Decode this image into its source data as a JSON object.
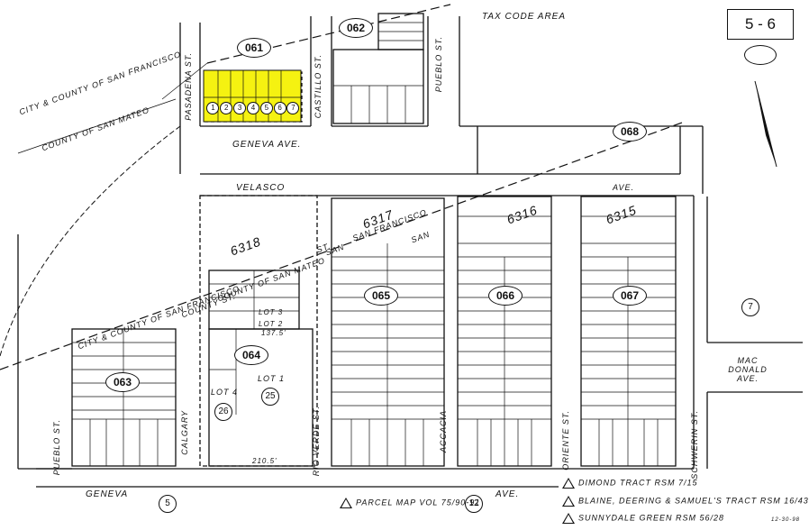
{
  "page_number": "5 - 6",
  "tax_code_area": "TAX CODE AREA",
  "jurisdiction": {
    "sf": "CITY & COUNTY OF SAN FRANCISCO",
    "sm": "COUNTY OF SAN MATEO"
  },
  "streets": {
    "pasadena": "PASADENA ST.",
    "castillo": "CASTILLO ST.",
    "pueblo_top": "PUEBLO ST.",
    "geneva_top": "GENEVA AVE.",
    "velasco": "VELASCO",
    "velasco_ave": "AVE.",
    "pueblo_left": "PUEBLO ST.",
    "calgary": "CALGARY",
    "rio_verde": "RIO VERDE ST.",
    "accacia": "ACCACIA",
    "oriente": "ORIENTE ST.",
    "schwerin": "SCHWERIN ST.",
    "mac_donald": "MAC DONALD AVE.",
    "geneva_bottom": "GENEVA",
    "geneva_bottom_ave": "AVE.",
    "county_st": "COUNTY ST.",
    "sf_mid": "CITY & COUNTY OF SAN FRANCISCO",
    "county_of_san_mateo": "COUNTY OF SAN MATEO",
    "st_mid": "ST.",
    "san_left": "SAN",
    "san_francisco": "SAN FRANCISCO",
    "san_right": "SAN"
  },
  "parcels": {
    "p061": "061",
    "p062": "062",
    "p063": "063",
    "p064": "064",
    "p065": "065",
    "p066": "066",
    "p067": "067",
    "p068": "068"
  },
  "blocks": {
    "b6318": "6318",
    "b6317": "6317",
    "b6316": "6316",
    "b6315": "6315"
  },
  "misc": {
    "c5": "5",
    "c7": "7",
    "c12": "12",
    "lot1": "LOT 1",
    "lot4": "LOT 4",
    "lot3": "LOT 3",
    "lot2": "LOT 2",
    "lot_25": "25",
    "lot_26": "26",
    "dim_2105": "210.5'",
    "dim_1375": "137.5'"
  },
  "highlight_color": "#f5f211",
  "highlight_lots": [
    "1",
    "2",
    "3",
    "4",
    "5",
    "6",
    "7"
  ],
  "legend": {
    "dimond": "DIMOND TRACT RSM 7/15",
    "blaine": "BLAINE, DEERING & SAMUEL'S TRACT RSM 16/43",
    "sunnydale": "SUNNYDALE GREEN RSM 56/28",
    "parcel_map": "PARCEL MAP VOL 75/90-91"
  },
  "north_label": "N",
  "date_stamp": "12-30-98"
}
